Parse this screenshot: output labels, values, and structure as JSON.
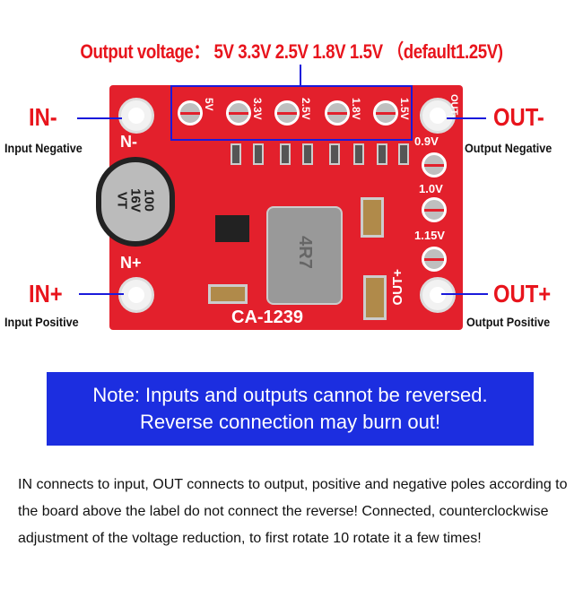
{
  "header": {
    "label": "Output voltage：",
    "values": "5V 3.3V 2.5V 1.8V 1.5V （default1.25V)"
  },
  "board": {
    "model": "CA-1239",
    "capacitor": [
      "100",
      "16V",
      "VT"
    ],
    "inductor": "4R7",
    "silk_in_neg": "N-",
    "silk_in_pos": "N+",
    "silk_out_neg": "OUT-",
    "silk_out_pos": "OUT+",
    "jumper_labels": [
      "5V",
      "3.3V",
      "2.5V",
      "1.8V",
      "1.5V"
    ],
    "side_labels": [
      "0.9V",
      "1.0V",
      "1.15V"
    ]
  },
  "callouts": {
    "in_neg": {
      "big": "IN-",
      "small": "Input Negative"
    },
    "in_pos": {
      "big": "IN+",
      "small": "Input Positive"
    },
    "out_neg": {
      "big": "OUT-",
      "small": "Output Negative"
    },
    "out_pos": {
      "big": "OUT+",
      "small": "Output Positive"
    }
  },
  "note": {
    "line1": "Note: Inputs and outputs cannot be reversed.",
    "line2": "Reverse connection may burn out!"
  },
  "description": "IN connects to input, OUT connects to output, positive and negative poles according to the board above the label do not connect the reverse! Connected, counterclockwise adjustment of the voltage reduction, to first rotate 10 rotate it a few times!"
}
